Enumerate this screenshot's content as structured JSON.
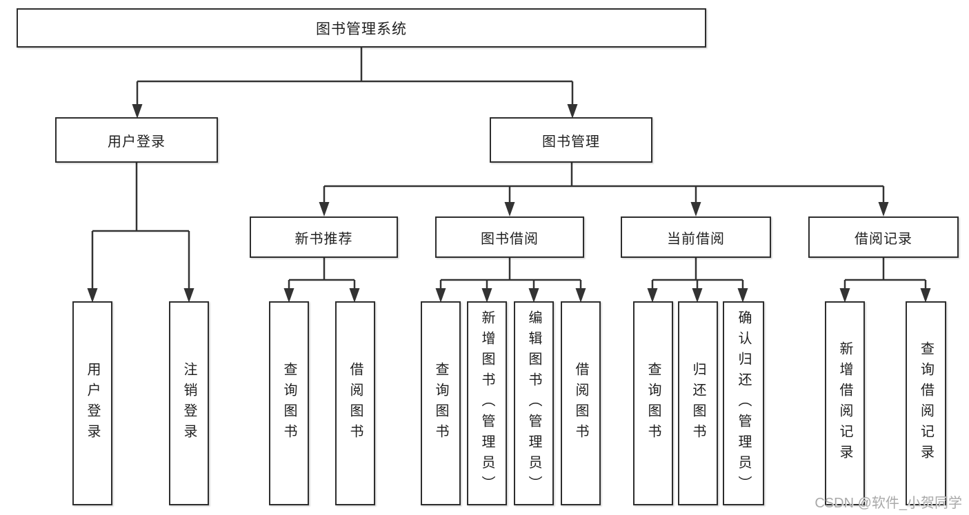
{
  "colors": {
    "background": "#ffffff",
    "line": "#333333",
    "border": "#2d2d2d",
    "text": "#1f1f1f",
    "watermark": "#a9a9a9"
  },
  "nodes": {
    "root": {
      "label": "图书管理系统"
    },
    "level2": [
      {
        "label": "用户登录"
      },
      {
        "label": "图书管理"
      }
    ],
    "level3": [
      {
        "label": "新书推荐"
      },
      {
        "label": "图书借阅"
      },
      {
        "label": "当前借阅"
      },
      {
        "label": "借阅记录"
      }
    ],
    "leaves": [
      {
        "label": "用户登录"
      },
      {
        "label": "注销登录"
      },
      {
        "label": "查询图书"
      },
      {
        "label": "借阅图书"
      },
      {
        "label": "查询图书"
      },
      {
        "label": "新增图书（管理员）"
      },
      {
        "label": "编辑图书（管理员）"
      },
      {
        "label": "借阅图书"
      },
      {
        "label": "查询图书"
      },
      {
        "label": "归还图书"
      },
      {
        "label": "确认归还（管理员）"
      },
      {
        "label": "新增借阅记录"
      },
      {
        "label": "查询借阅记录"
      }
    ]
  },
  "watermark": {
    "text": "CSDN @软件_小贺同学"
  }
}
